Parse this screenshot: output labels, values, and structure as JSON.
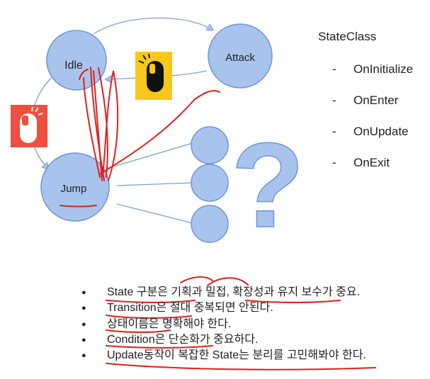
{
  "diagram": {
    "nodes": {
      "idle": "Idle",
      "attack": "Attack",
      "jump": "Jump"
    },
    "question_mark": "?"
  },
  "state_class": {
    "title": "StateClass",
    "methods": [
      "OnInitialize",
      "OnEnter",
      "OnUpdate",
      "OnExit"
    ],
    "dash": "-"
  },
  "notes": [
    "State 구분은 기획과 밀접, 확장성과 유지 보수가 중요.",
    "Transition은 절대 중복되면 안된다.",
    "상태이름은 명확해야 한다.",
    "Condition은 단순화가 중요하다.",
    "Update동작이 복잡한 State는 분리를 고민해봐야 한다."
  ],
  "icons": {
    "left_click": "left-click-mouse-icon",
    "right_click": "right-click-mouse-icon"
  },
  "colors": {
    "node_fill": "#a8c4ec",
    "node_stroke": "#6e95d6",
    "question": "#a8c4ec",
    "annotation": "#e0201b",
    "left_icon_bg": "#ef4f3e",
    "right_icon_bg": "#f7c81b"
  }
}
